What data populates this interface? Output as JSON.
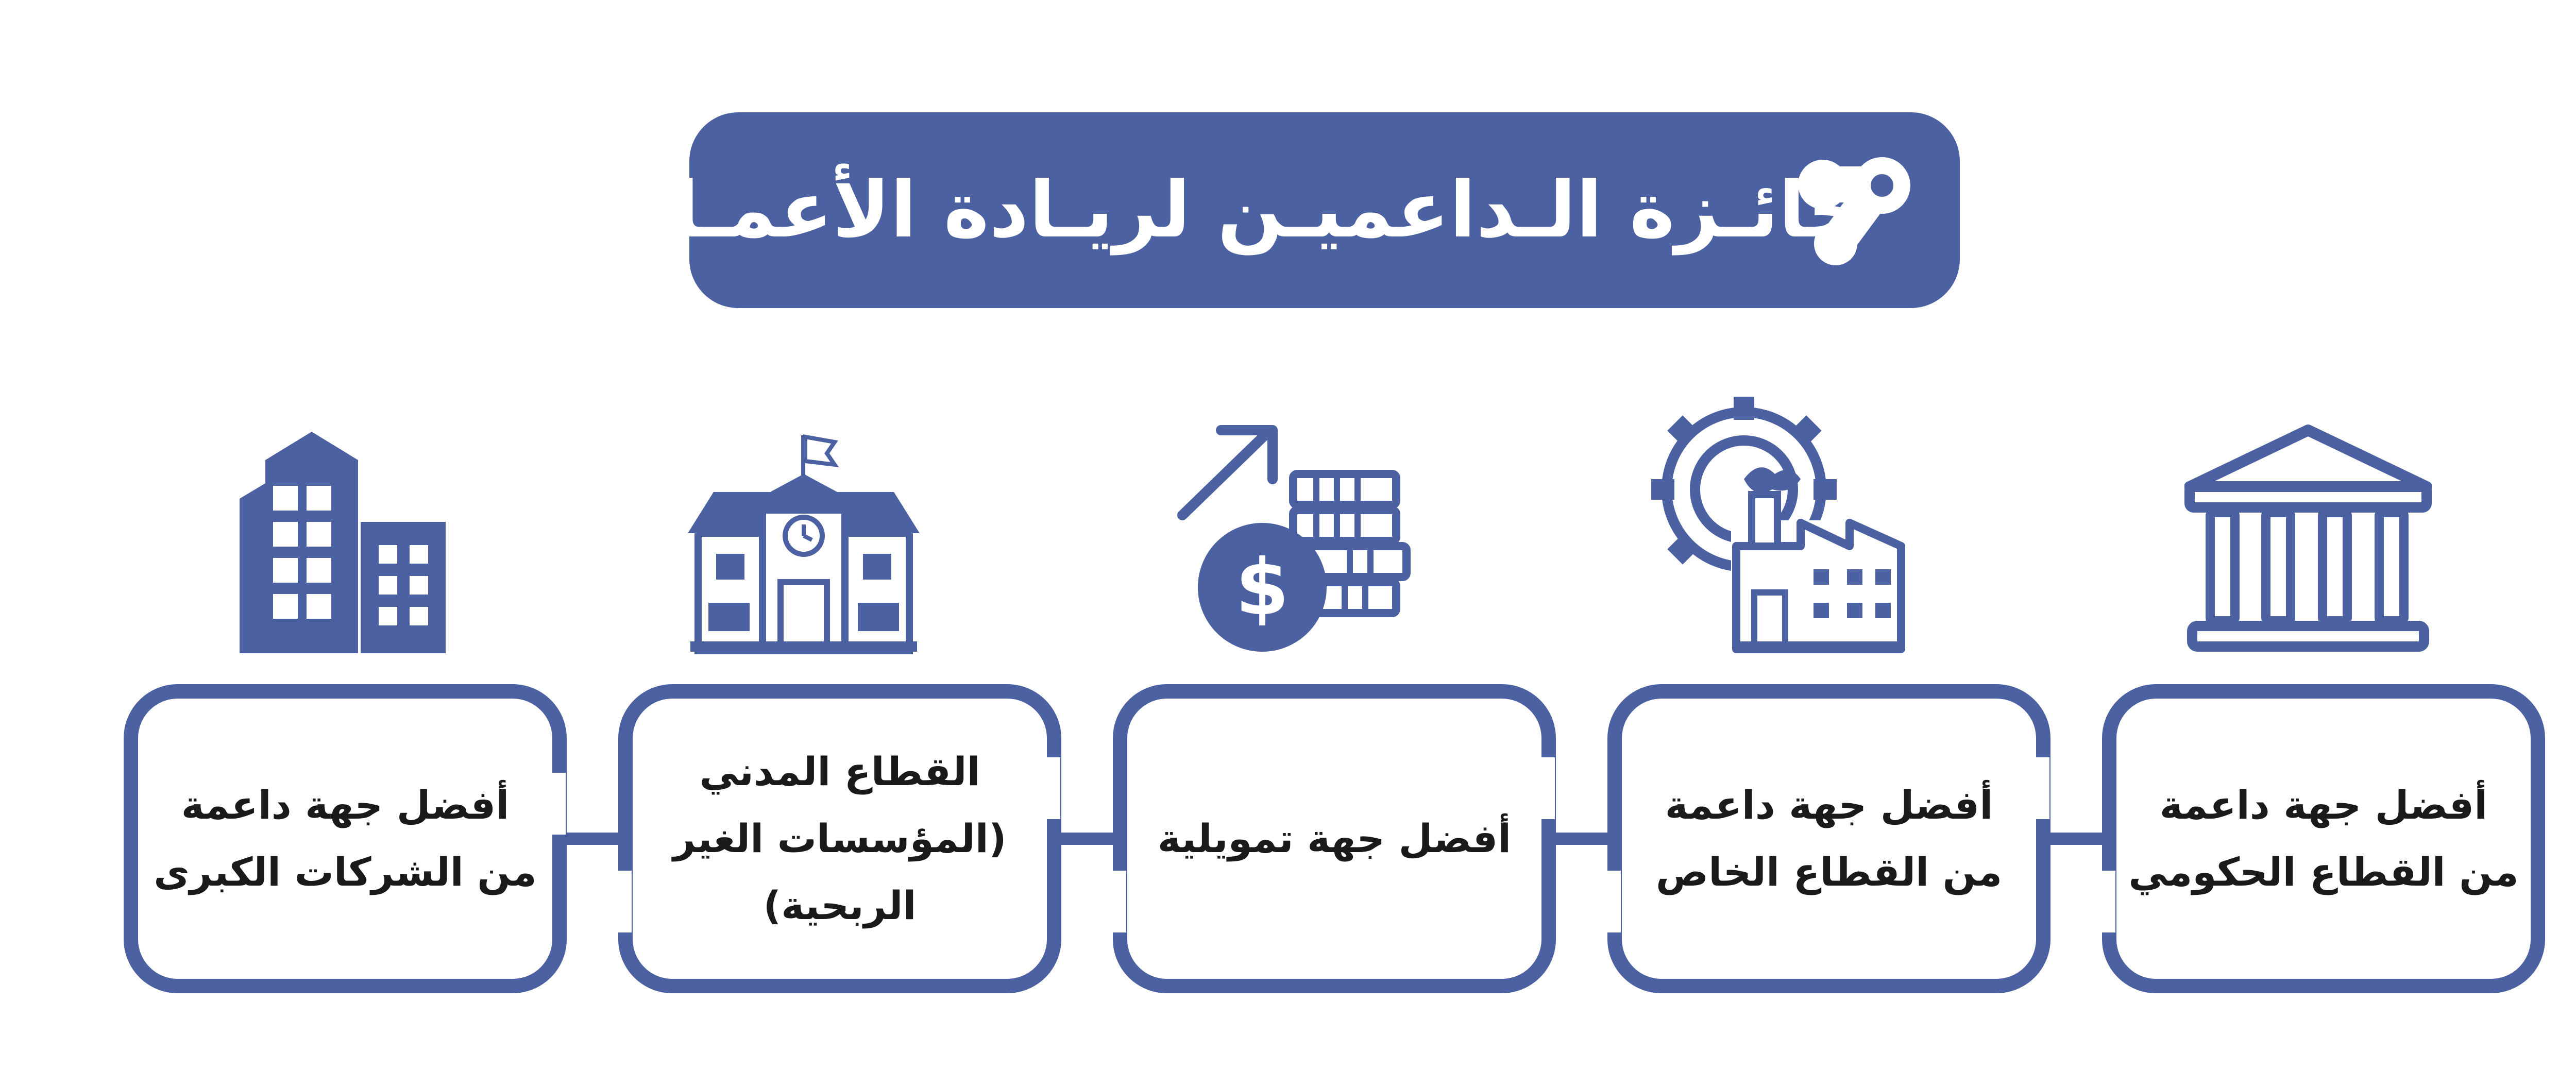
{
  "header": {
    "title": "جائـزة الـداعميـن لريـادة الأعمـال"
  },
  "colors": {
    "primary": "#4b61a1",
    "background": "#ffffff",
    "text": "#1a1a1a"
  },
  "cards": [
    {
      "icon": "government-building-icon",
      "lines": [
        "أفضل جهة داعمة",
        "من القطاع الحكومي"
      ]
    },
    {
      "icon": "factory-gear-icon",
      "lines": [
        "أفضل جهة داعمة",
        "من القطاع الخاص"
      ]
    },
    {
      "icon": "money-growth-icon",
      "lines": [
        "أفضل جهة تمويلية"
      ]
    },
    {
      "icon": "school-building-icon",
      "lines": [
        "القطاع المدني",
        "(المؤسسات الغير",
        "الربحية)"
      ]
    },
    {
      "icon": "office-buildings-icon",
      "lines": [
        "أفضل جهة داعمة",
        "من الشركات الكبرى"
      ]
    }
  ]
}
